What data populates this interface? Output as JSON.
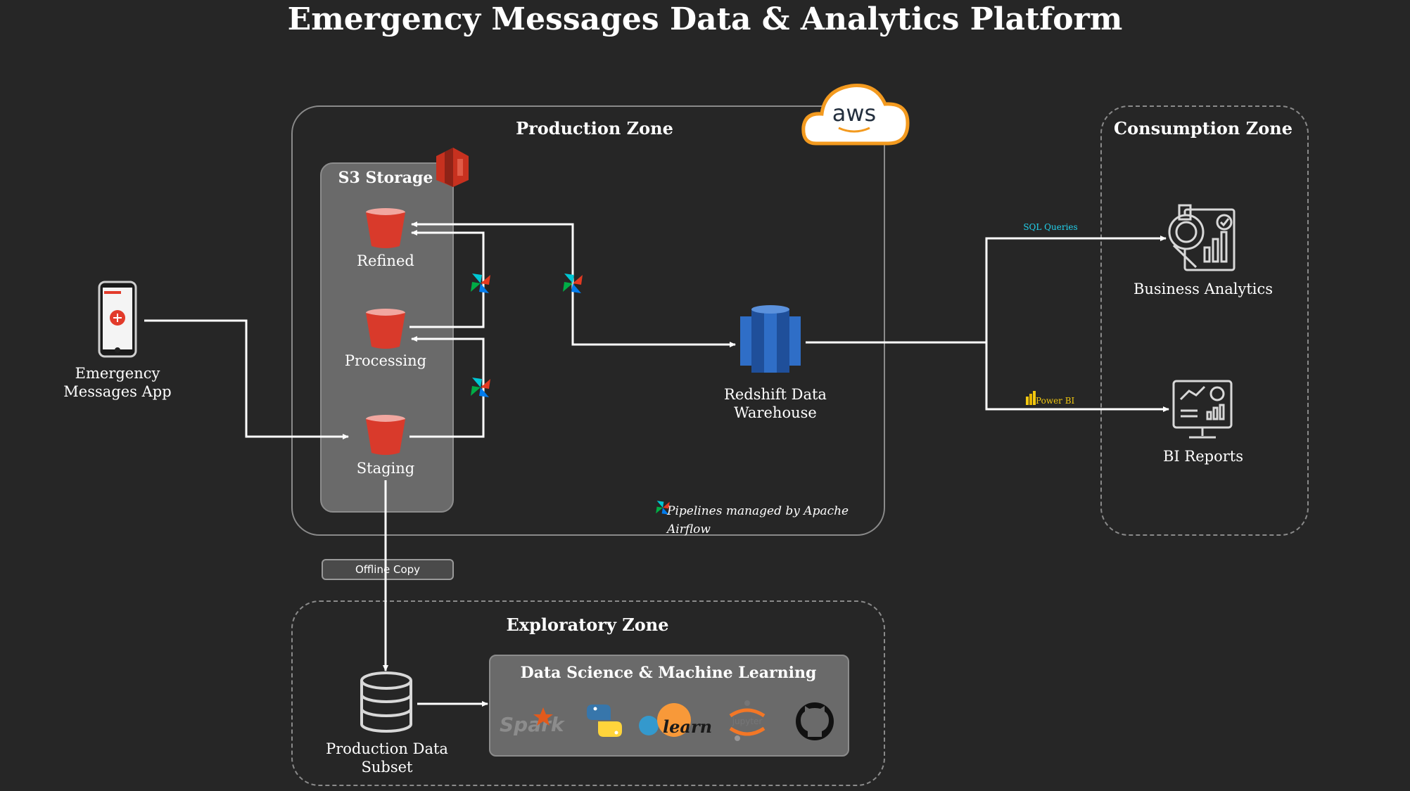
{
  "title": "Emergency Messages Data & Analytics Platform",
  "zones": {
    "production": "Production Zone",
    "consumption": "Consumption Zone",
    "exploratory": "Exploratory Zone"
  },
  "aws_logo": "aws",
  "s3": {
    "title": "S3 Storage",
    "buckets": [
      "Refined",
      "Processing",
      "Staging"
    ]
  },
  "app": {
    "label_line1": "Emergency",
    "label_line2": "Messages App"
  },
  "redshift": {
    "label_line1": "Redshift Data",
    "label_line2": "Warehouse"
  },
  "airflow_note": "Pipelines managed by Apache Airflow",
  "consumers": {
    "business": "Business Analytics",
    "bi": "BI Reports",
    "sql_label": "SQL Queries",
    "powerbi_label": "Power BI"
  },
  "offline_copy": "Offline Copy",
  "subset": {
    "label_line1": "Production Data",
    "label_line2": "Subset"
  },
  "ds": {
    "title": "Data Science & Machine Learning",
    "tools": [
      "Spark",
      "learn",
      "jupyter"
    ]
  },
  "colors": {
    "background": "#262626",
    "bucket": "#d93a2b",
    "redshift": "#2f6ec7",
    "aws_orange": "#f39a1f",
    "sql_cyan": "#22d3ee",
    "powerbi_yellow": "#f2c811"
  },
  "icons": [
    "phone-icon",
    "s3-logo-icon",
    "bucket-icon",
    "airflow-icon",
    "redshift-icon",
    "analytics-icon",
    "monitor-icon",
    "database-icon",
    "spark-icon",
    "python-icon",
    "sklearn-icon",
    "jupyter-icon",
    "github-icon",
    "aws-cloud-icon",
    "powerbi-icon"
  ]
}
